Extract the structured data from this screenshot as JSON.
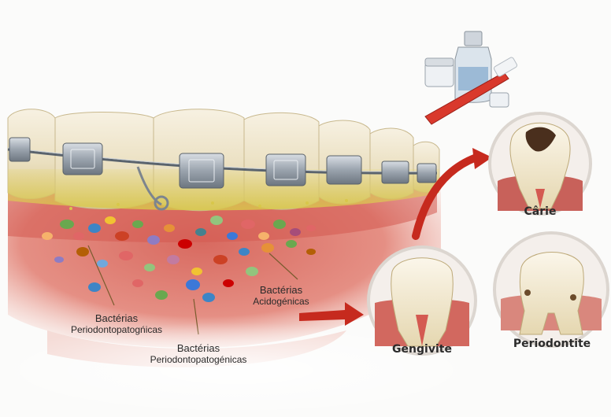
{
  "labels": {
    "perio_left": {
      "line1": "Bactérias",
      "line2": "Periodontopatogńicas"
    },
    "perio_mid": {
      "line1": "Bactérias",
      "line2": "Periodontopatogénicas"
    },
    "acido": {
      "line1": "Bactérias",
      "line2": "Acidogénicas"
    }
  },
  "stages": {
    "caries": "Cârie",
    "gingivitis": "Gengivite",
    "periodontitis": "Periodontite"
  },
  "colors": {
    "gum": "#d9756b",
    "gum_light": "#eeb1a4",
    "tooth": "#f1e9d2",
    "plaque": "#e0cf5a",
    "bracket": "#a9b1bb",
    "arrow": "#c62a1e",
    "circle_border": "#e6e3e0",
    "toothbrush": "#d9392c"
  },
  "icons": [
    "toothbrush-icon",
    "mouthwash-bottle-icon",
    "floss-container-icon"
  ]
}
